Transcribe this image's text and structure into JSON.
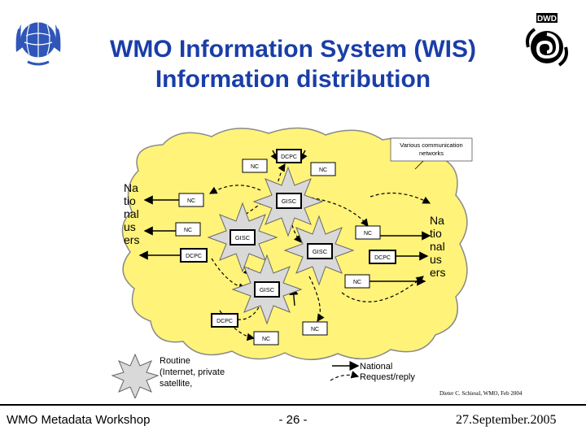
{
  "title": {
    "line1": "WMO Information System (WIS)",
    "line2": "Information distribution"
  },
  "logos": {
    "left_icon": "wmo-emblem",
    "right_text": "DWD",
    "right_icon": "dwd-swirl-logo"
  },
  "diagram": {
    "cloud_label_line1": "Various communication",
    "cloud_label_line2": "networks",
    "left_users": [
      "Na",
      "tio",
      "nal",
      "us",
      "ers"
    ],
    "right_users": [
      "Na",
      "tio",
      "nal",
      "us",
      "ers"
    ],
    "nodes": {
      "dcpc_top": "DCPC",
      "nc_top_left": "NC",
      "nc_top_right": "NC",
      "gisc_top": "GISC",
      "nc_left_1": "NC",
      "nc_left_2": "NC",
      "gisc_left": "GISC",
      "dcpc_left": "DCPC",
      "gisc_center": "GISC",
      "nc_right_1": "NC",
      "dcpc_right": "DCPC",
      "nc_right_2": "NC",
      "gisc_bottom": "GISC",
      "dcpc_bottom": "DCPC",
      "nc_bottom_right": "NC",
      "nc_bottom": "NC"
    },
    "legend": {
      "routine_line1": "Routine",
      "routine_line2": "(Internet, private",
      "routine_line3": "satellite,",
      "national": "National",
      "request_reply": "Request/reply"
    },
    "colors": {
      "cloud_fill": "#fff37a",
      "cloud_stroke": "#8a8a8a",
      "star_fill": "#d9d9d9",
      "box_fill": "#ffffff"
    }
  },
  "credit": "Dieter C. Schiessl, WMO, Feb 2004",
  "footer": {
    "left": "WMO Metadata Workshop",
    "center": "- 26 -",
    "right": "27.September.2005"
  }
}
